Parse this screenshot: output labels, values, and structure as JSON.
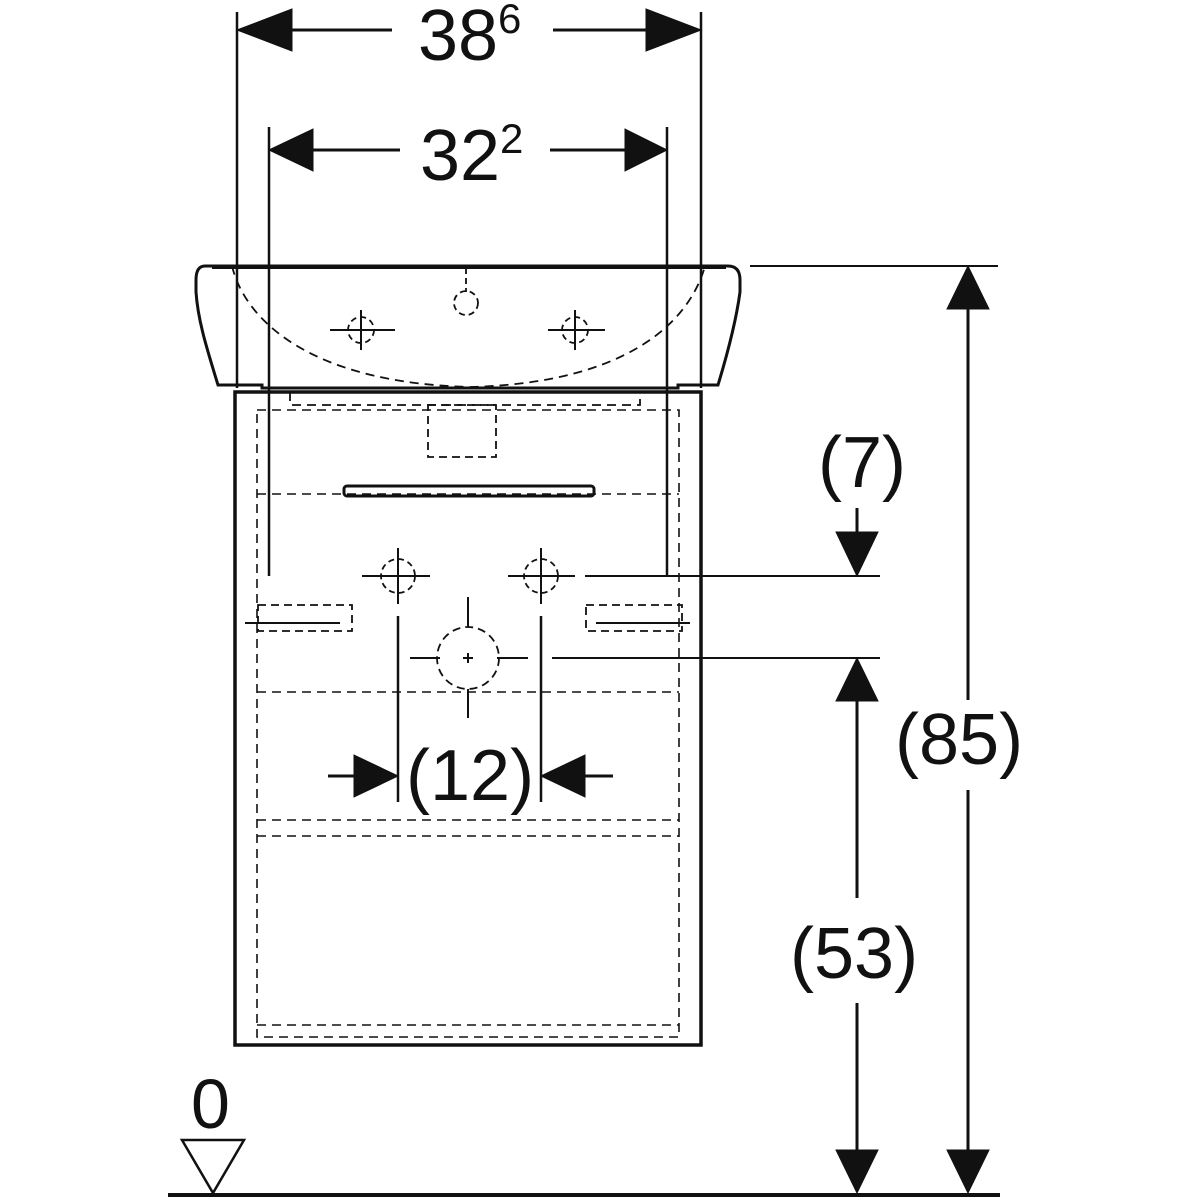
{
  "dimensions": {
    "outer_width": {
      "main": "38",
      "sup": "6"
    },
    "inner_width": {
      "main": "32",
      "sup": "2"
    },
    "top_offset": "(7)",
    "center_spacing": "(12)",
    "total_height": "(85)",
    "drain_height": "(53)",
    "floor_level": "0"
  }
}
